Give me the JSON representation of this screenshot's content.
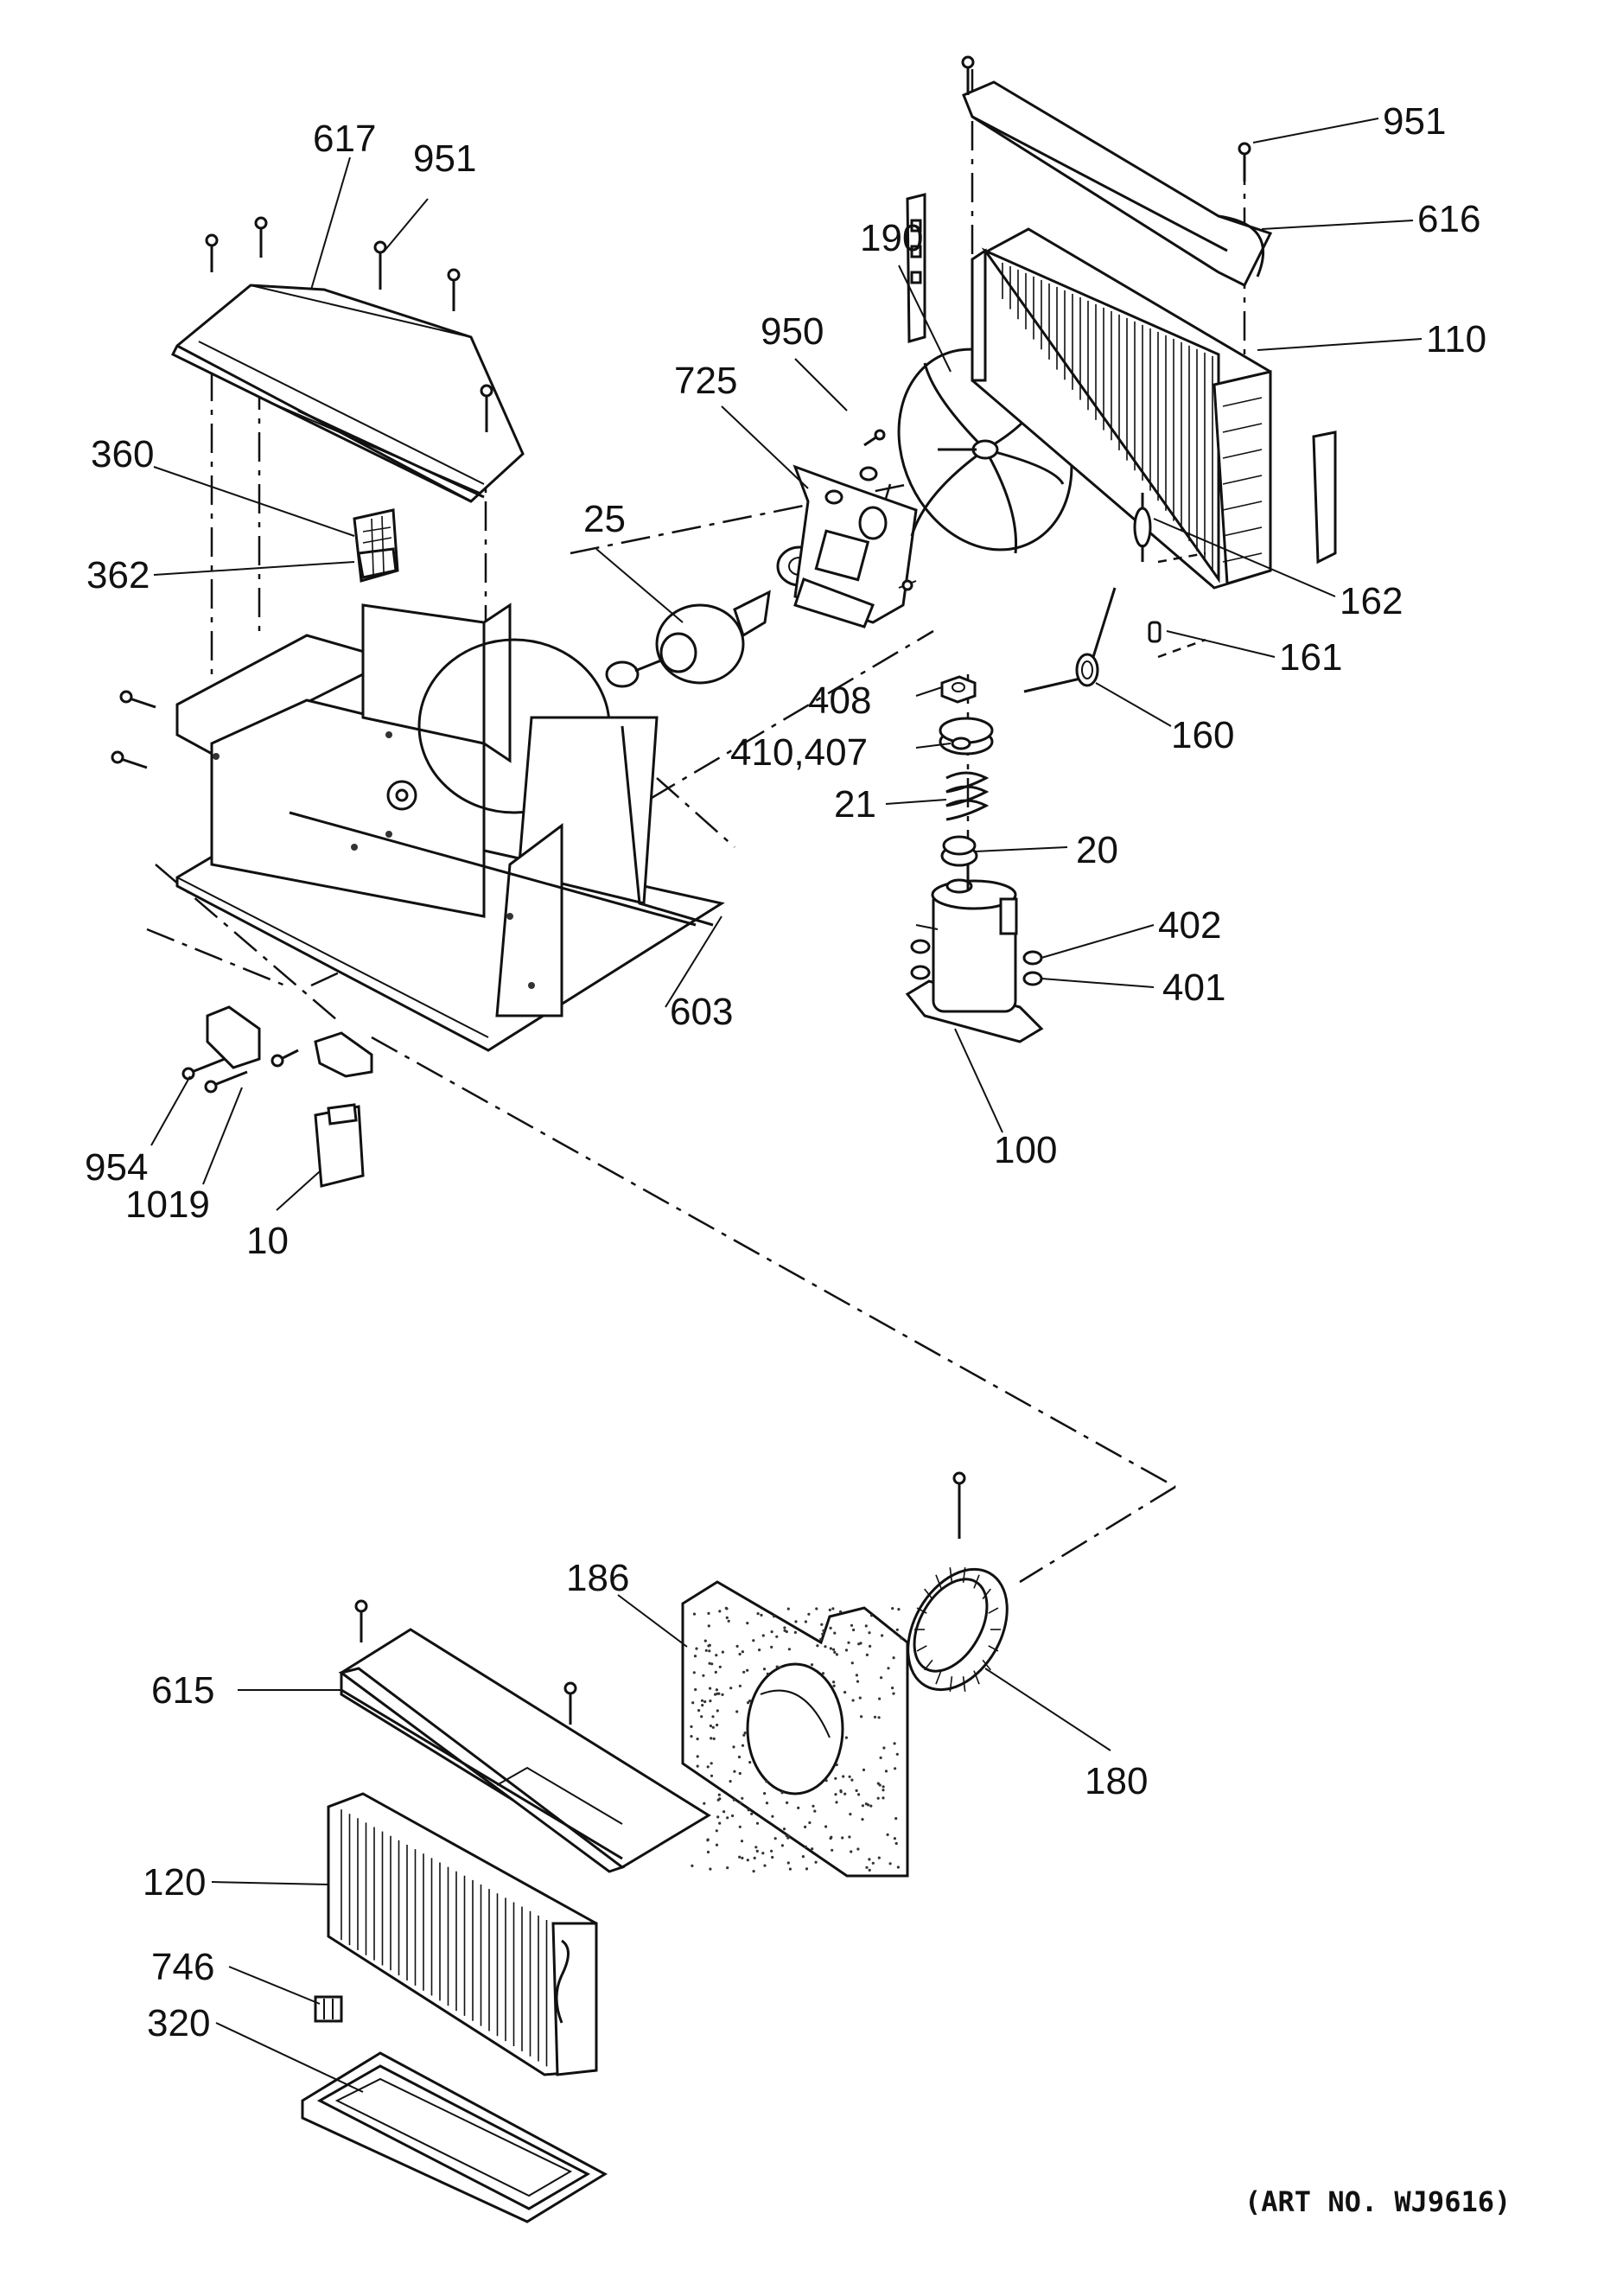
{
  "labels": {
    "p617": "617",
    "p951a": "951",
    "p951b": "951",
    "p616": "616",
    "p190": "190",
    "p110": "110",
    "p950": "950",
    "p725": "725",
    "p360": "360",
    "p362": "362",
    "p25": "25",
    "p162": "162",
    "p161": "161",
    "p408": "408",
    "p410_407": "410,407",
    "p160": "160",
    "p21": "21",
    "p20": "20",
    "p402": "402",
    "p401": "401",
    "p603": "603",
    "p954": "954",
    "p1019": "1019",
    "p10": "10",
    "p100": "100",
    "p186": "186",
    "p615": "615",
    "p180": "180",
    "p120": "120",
    "p746": "746",
    "p320": "320"
  },
  "art_number": "(ART NO. WJ9616)"
}
